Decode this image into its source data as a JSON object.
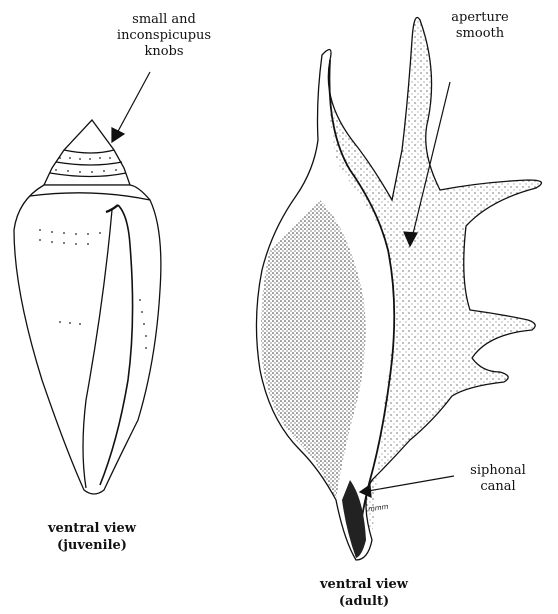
{
  "labels": {
    "knobs": [
      "small and",
      "inconspicupus",
      "knobs"
    ],
    "aperture": [
      "aperture",
      "smooth"
    ],
    "siphonal": [
      "siphonal",
      "canal"
    ]
  },
  "captions": {
    "juvenile": [
      "ventral view",
      "(juvenile)"
    ],
    "adult": [
      "ventral view",
      "(adult)"
    ]
  },
  "signature": "mmm"
}
